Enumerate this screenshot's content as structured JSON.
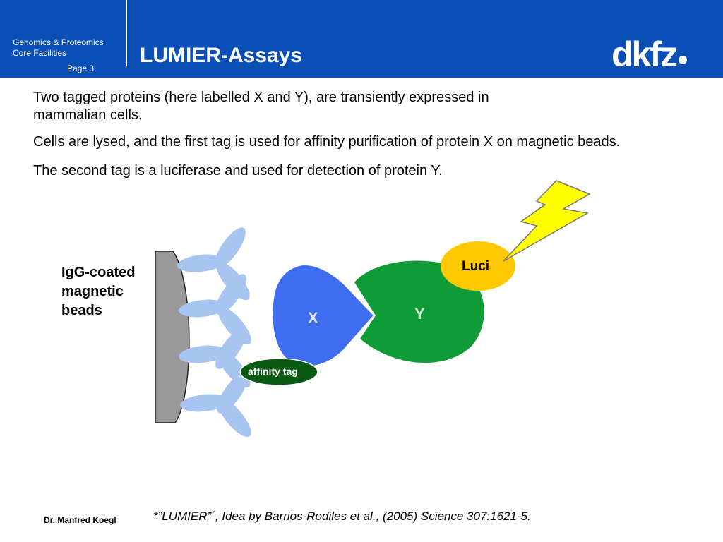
{
  "header": {
    "org_line1": "Genomics & Proteomics",
    "org_line2": "Core Facilities",
    "page_label": "Page 3",
    "title": "LUMIER-Assays",
    "logo_text": "dkfz"
  },
  "body": {
    "paragraph1_line1": "Two tagged proteins (here labelled X and Y), are transiently expressed in",
    "paragraph1_line2": "mammalian cells.",
    "paragraph2": "Cells are lysed, and the first tag is used for affinity purification of protein X on magnetic beads.",
    "paragraph3": "The second tag is a luciferase and used for detection of protein Y."
  },
  "diagram": {
    "bead_label": [
      "IgG-coated",
      "magnetic",
      "beads"
    ],
    "protein_x": "X",
    "protein_y": "Y",
    "luciferase": "Luci",
    "affinity_tag": "affinity tag",
    "colors": {
      "header_blue": "#0a4fb5",
      "bead_gray": "#999999",
      "antibody_blue": "#a8c4f0",
      "protein_x_blue": "#3f6df0",
      "protein_y_green": "#0f9b35",
      "luci_yellow": "#ffc800",
      "affinity_tag_green": "#0b5a13",
      "lightning_yellow": "#ffff00"
    }
  },
  "footer": {
    "author": "Dr. Manfred Koegl",
    "footnote": "*”LUMIER”´, Idea by Barrios-Rodiles et al., (2005) Science 307:1621-5."
  }
}
